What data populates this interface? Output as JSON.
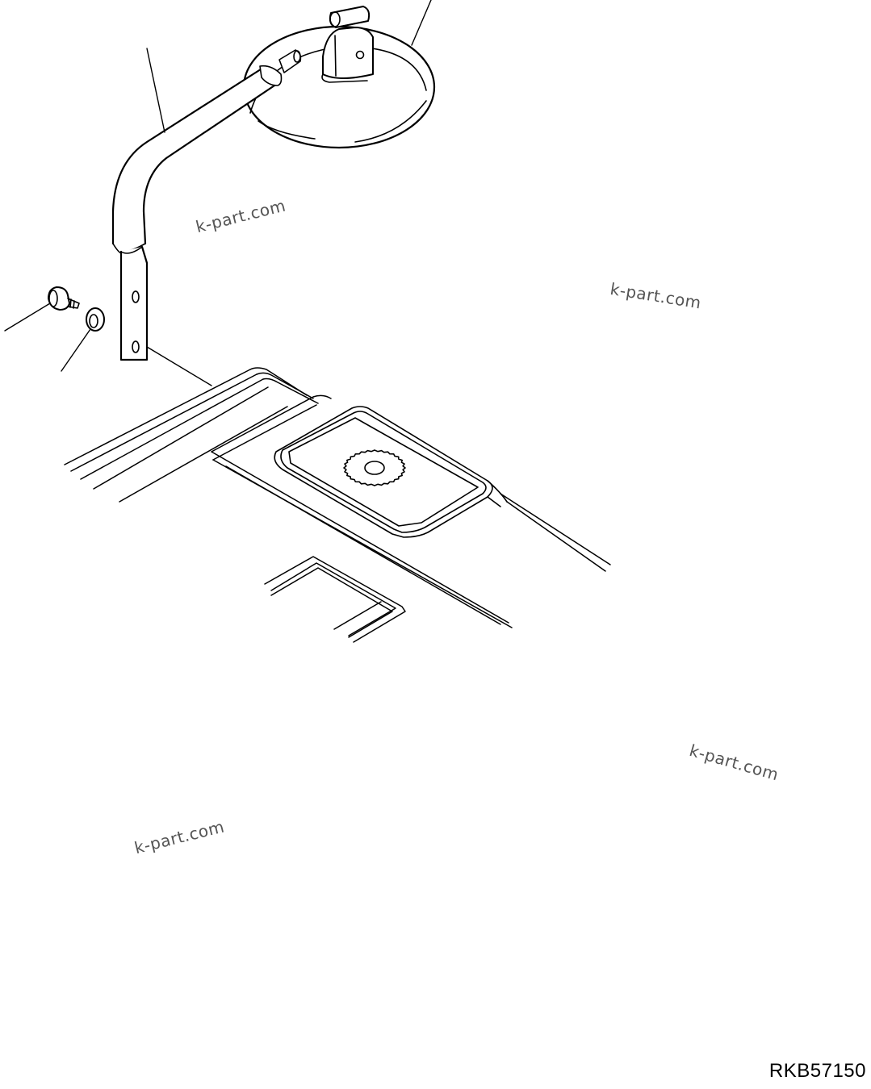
{
  "figure_code": "RKB57150",
  "watermarks": [
    "k-part.com",
    "k-part.com",
    "k-part.com",
    "k-part.com"
  ],
  "colors": {
    "line": "#000000",
    "background": "#ffffff",
    "watermark": "#555555"
  }
}
